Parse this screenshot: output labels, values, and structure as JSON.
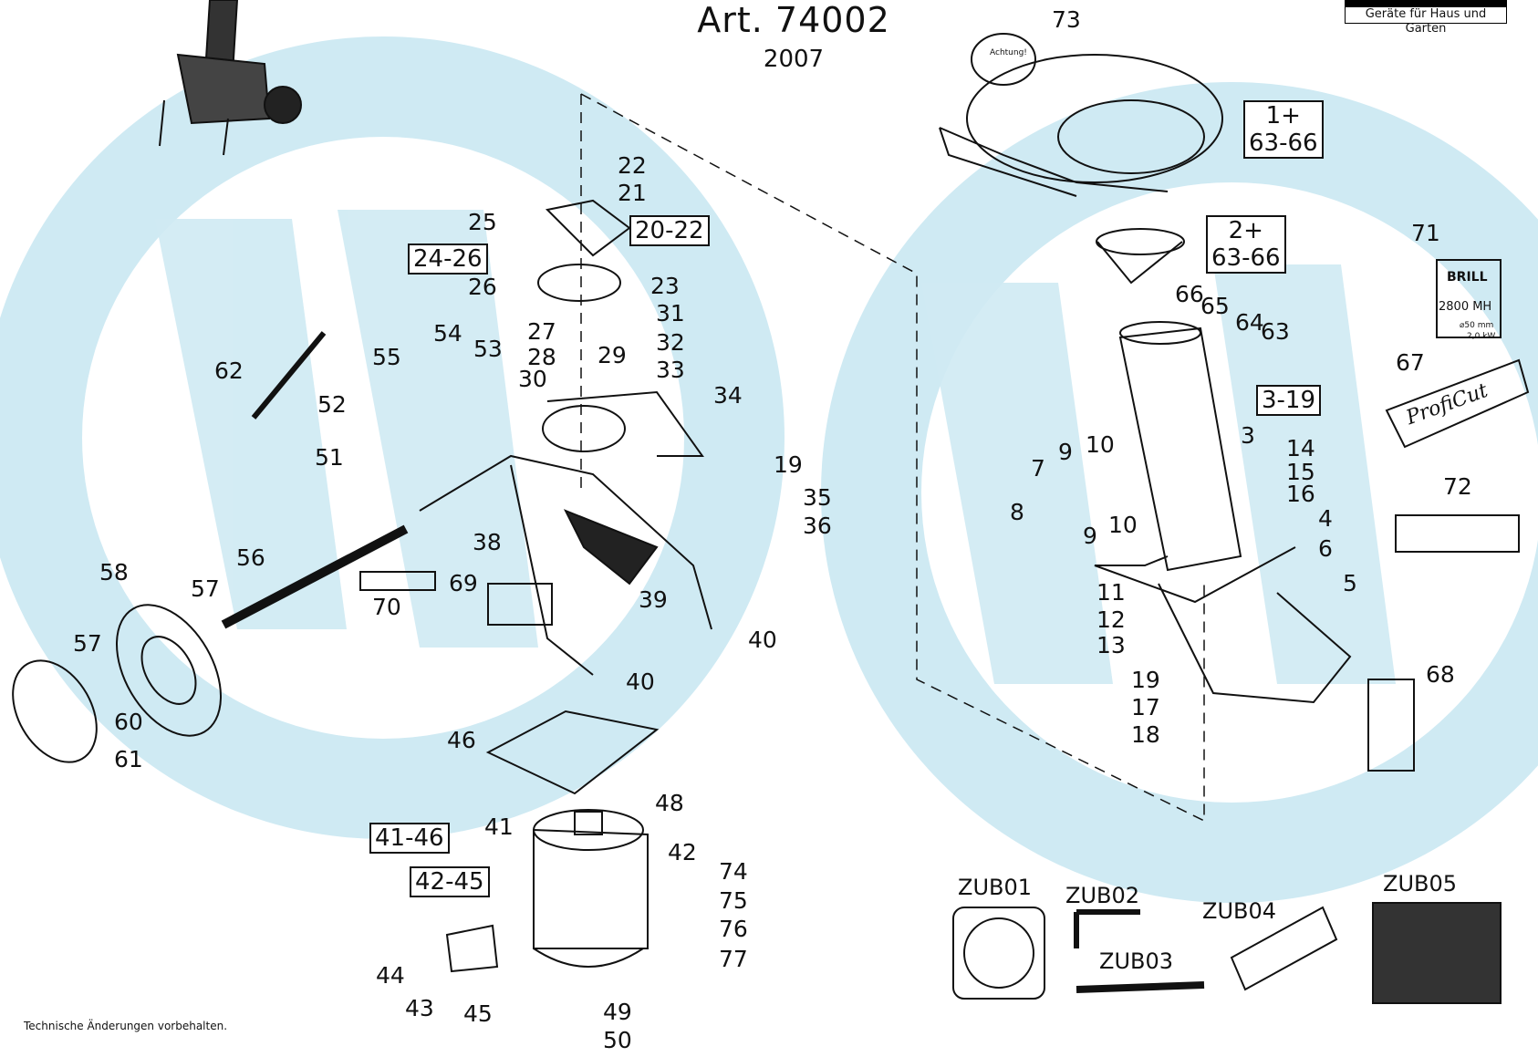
{
  "header": {
    "title": "Art. 74002",
    "year": "2007",
    "brand": "Geräte für Haus und Garten"
  },
  "footer": {
    "note": "Technische Änderungen vorbehalten."
  },
  "decals": {
    "warning": "Achtung!",
    "brill": "BRILL",
    "model": "2800 MH",
    "spec_diameter": "⌀50 mm",
    "spec_power": "2,0 kW",
    "proficut": "ProfiCut"
  },
  "group_boxes": [
    {
      "id": "g1",
      "text": "1+\n63-66"
    },
    {
      "id": "g2",
      "text": "2+\n63-66"
    },
    {
      "id": "g3",
      "text": "3-19"
    },
    {
      "id": "g4",
      "text": "20-22"
    },
    {
      "id": "g5",
      "text": "24-26"
    },
    {
      "id": "g6",
      "text": "41-46"
    },
    {
      "id": "g7",
      "text": "42-45"
    }
  ],
  "part_labels": [
    "73",
    "71",
    "67",
    "72",
    "66",
    "65",
    "64",
    "63",
    "3",
    "14",
    "15",
    "16",
    "4",
    "6",
    "5",
    "7",
    "8",
    "9",
    "10",
    "10",
    "9",
    "11",
    "12",
    "13",
    "19",
    "17",
    "18",
    "68",
    "22",
    "21",
    "25",
    "23",
    "26",
    "27",
    "28",
    "29",
    "31",
    "32",
    "33",
    "30",
    "34",
    "54",
    "53",
    "55",
    "52",
    "51",
    "62",
    "19",
    "35",
    "36",
    "38",
    "56",
    "58",
    "57",
    "57",
    "60",
    "61",
    "70",
    "69",
    "39",
    "40",
    "40",
    "46",
    "41",
    "48",
    "42",
    "74",
    "75",
    "76",
    "77",
    "44",
    "43",
    "45",
    "49",
    "50"
  ],
  "accessories": [
    "ZUB01",
    "ZUB02",
    "ZUB03",
    "ZUB04",
    "ZUB05"
  ],
  "colors": {
    "watermark": "#cfeaf3",
    "ink": "#111111"
  }
}
